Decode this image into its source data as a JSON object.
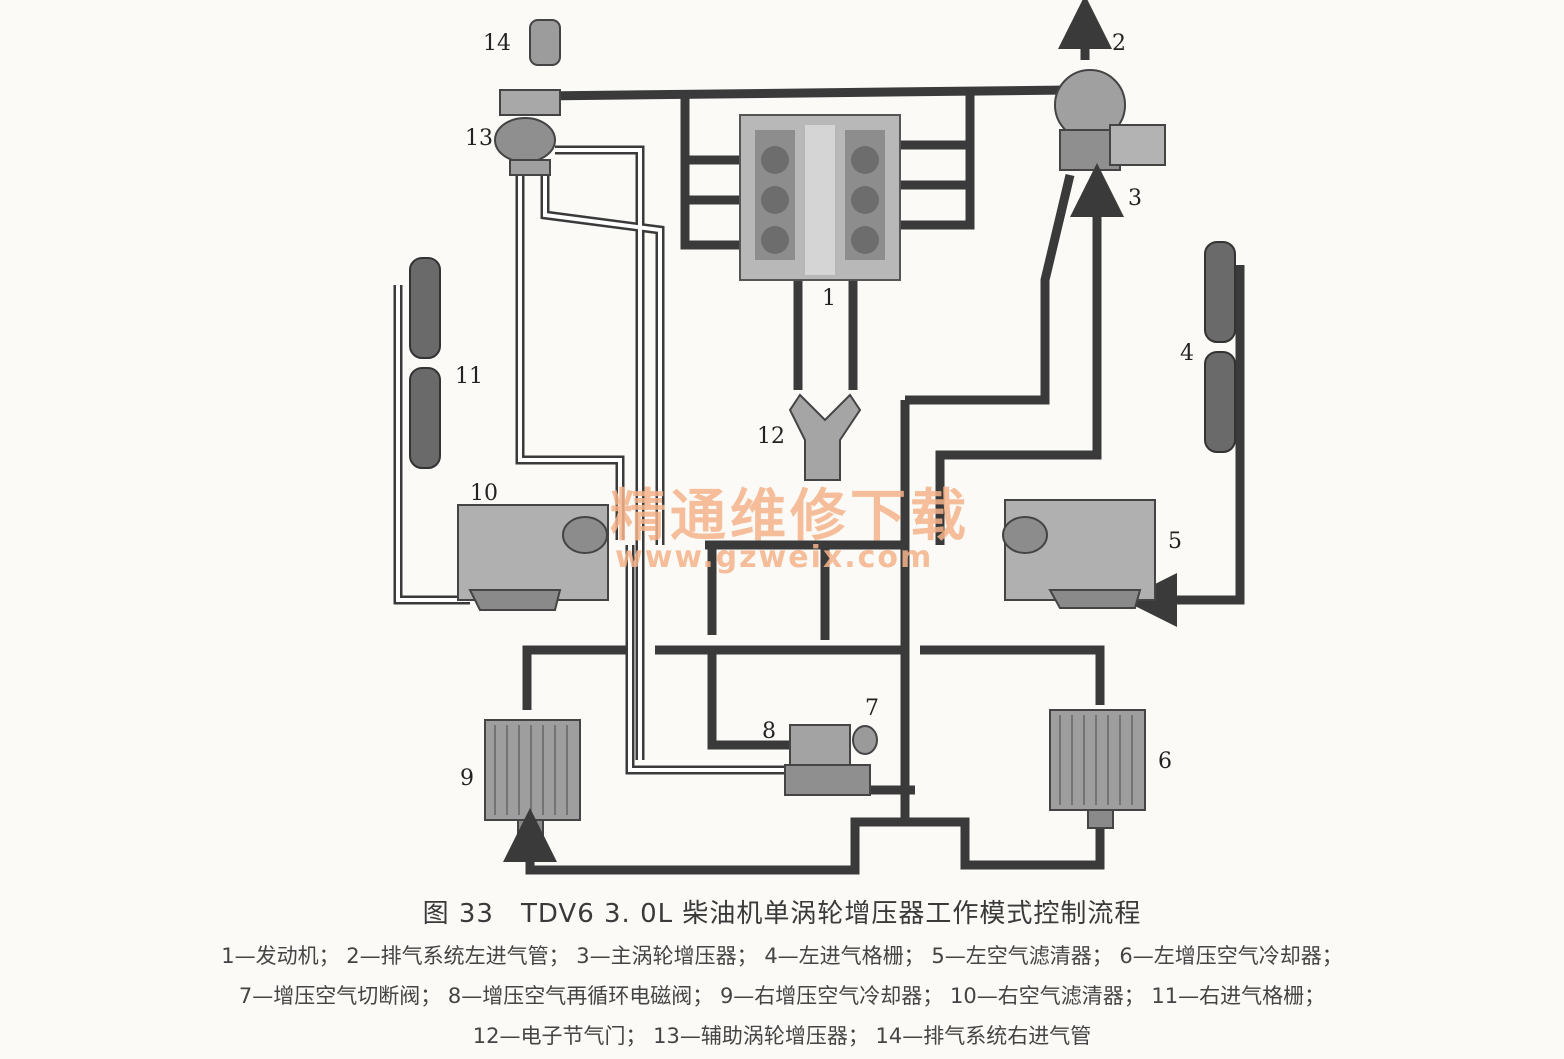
{
  "figure": {
    "caption": "图 33　TDV6 3. 0L 柴油机单涡轮增压器工作模式控制流程",
    "legend_lines": [
      "1—发动机；  2—排气系统左进气管；  3—主涡轮增压器；  4—左进气格栅；  5—左空气滤清器；  6—左增压空气冷却器；",
      "7—增压空气切断阀；  8—增压空气再循环电磁阀；  9—右增压空气冷却器；  10—右空气滤清器；  11—右进气格栅；",
      "12—电子节气门；  13—辅助涡轮增压器；  14—排气系统右进气管"
    ]
  },
  "labels": {
    "n1": "1",
    "n2": "2",
    "n3": "3",
    "n4": "4",
    "n5": "5",
    "n6": "6",
    "n7": "7",
    "n8": "8",
    "n9": "9",
    "n10": "10",
    "n11": "11",
    "n12": "12",
    "n13": "13",
    "n14": "14"
  },
  "watermark": {
    "text": "精通维修下载",
    "url": "www.gzweix.com"
  },
  "colors": {
    "pipe_dark": "#3a3a3a",
    "pipe_white": "#ffffff",
    "component": "#9a9a9a",
    "watermark": "#f5b38a"
  }
}
